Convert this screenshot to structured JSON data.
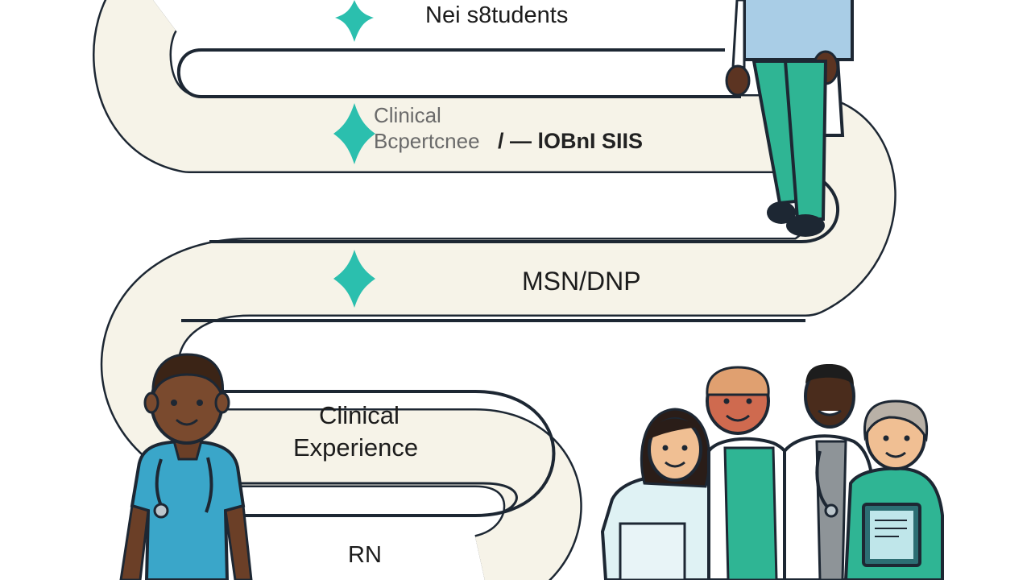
{
  "path": {
    "stages": [
      {
        "id": "stage-1",
        "label": "Nei s8tudents"
      },
      {
        "id": "stage-2",
        "label_line1": "Clinical",
        "label_line2": "Bcpertcnee",
        "label_suffix": "/ — lOBnI SIIS"
      },
      {
        "id": "stage-3",
        "label": "MSN/DNP"
      },
      {
        "id": "stage-4",
        "label_line1": "Clinical",
        "label_line2": "Experience"
      },
      {
        "id": "stage-5",
        "label": "RN"
      }
    ]
  },
  "colors": {
    "road": "#f6f3e8",
    "outline": "#1d2733",
    "marker": "#2bbfae",
    "scrubs_blue": "#3aa6c9",
    "scrubs_green": "#2fb594",
    "skin_dark": "#6b3f27",
    "skin_medium": "#b8754a",
    "skin_light": "#f0bf93"
  },
  "icons": [
    "diamond-marker-icon",
    "stethoscope-icon",
    "tablet-icon"
  ]
}
